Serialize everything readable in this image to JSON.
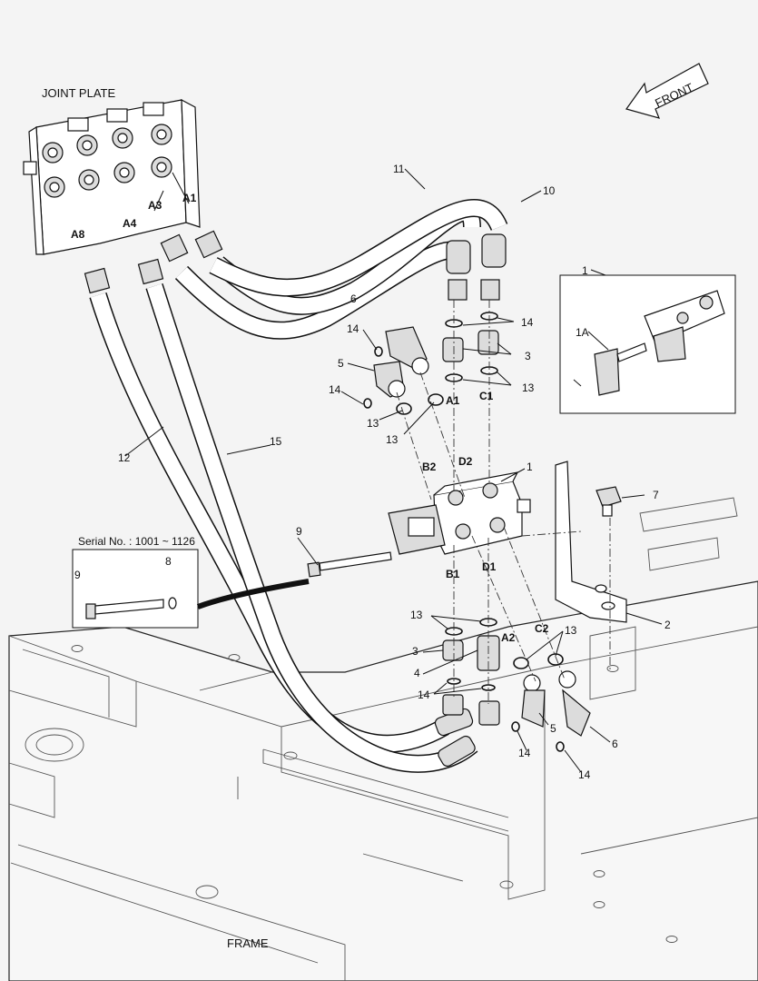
{
  "labels": {
    "joint_plate": "JOINT PLATE",
    "front": "FRONT",
    "frame": "FRAME",
    "serial": "Serial No. : 1001 ~ 1126"
  },
  "ports": {
    "a1_top": "A1",
    "a3": "A3",
    "a4": "A4",
    "a8": "A8",
    "a1_valve": "A1",
    "c1": "C1",
    "b2": "B2",
    "d2": "D2",
    "b1": "B1",
    "d1": "D1",
    "a2": "A2",
    "c2": "C2"
  },
  "callouts": {
    "n11": "11",
    "n10": "10",
    "n1_inset": "1",
    "n1a": "1A",
    "n6_top": "6",
    "n14_a": "14",
    "n5_top": "5",
    "n14_b": "14",
    "n13_a": "13",
    "n13_b": "13",
    "n14_c": "14",
    "n3_top": "3",
    "n13_c": "13",
    "n12": "12",
    "n15": "15",
    "n1_valve": "1",
    "n7": "7",
    "n9_main": "9",
    "n9_inset": "9",
    "n8": "8",
    "n2": "2",
    "n13_d": "13",
    "n3_bot": "3",
    "n4": "4",
    "n14_d": "14",
    "n13_e": "13",
    "n5_bot": "5",
    "n14_e": "14",
    "n6_bot": "6",
    "n14_f": "14"
  }
}
